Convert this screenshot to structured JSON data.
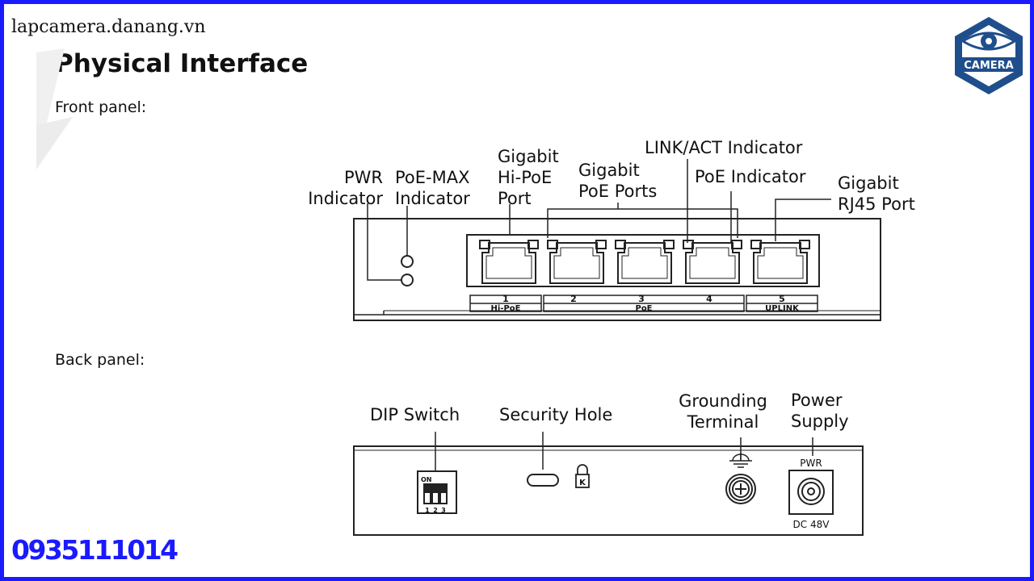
{
  "site_url": "lapcamera.danang.vn",
  "title": "Physical Interface",
  "phone": "0935111014",
  "logo": {
    "text": "CAMERA",
    "icon": "camera-eye-hexagon-icon",
    "color": "#1f4e8c"
  },
  "colors": {
    "accent": "#1a1aff",
    "logo_blue": "#1f4e8c"
  },
  "front_panel": {
    "label": "Front panel:",
    "callouts": {
      "pwr": "PWR\nIndicator",
      "poe_max": "PoE-MAX\nIndicator",
      "hi_poe_port": "Gigabit\nHi-PoE\nPort",
      "poe_ports": "Gigabit\nPoE Ports",
      "link_act": "LINK/ACT Indicator",
      "poe_indicator": "PoE Indicator",
      "rj45": "Gigabit\nRJ45 Port"
    },
    "port_numbers": [
      "1",
      "2",
      "3",
      "4",
      "5"
    ],
    "port_groups": {
      "hi_poe": "Hi-PoE",
      "poe": "PoE",
      "uplink": "UPLINK"
    }
  },
  "back_panel": {
    "label": "Back panel:",
    "callouts": {
      "dip": "DIP Switch",
      "security": "Security Hole",
      "grounding": "Grounding\nTerminal",
      "power": "Power\nSupply"
    },
    "dip": {
      "on_label": "ON",
      "numbers": [
        "1",
        "2",
        "3"
      ]
    },
    "lock_letter": "K",
    "pwr_label": "PWR",
    "dc_label": "DC 48V"
  }
}
